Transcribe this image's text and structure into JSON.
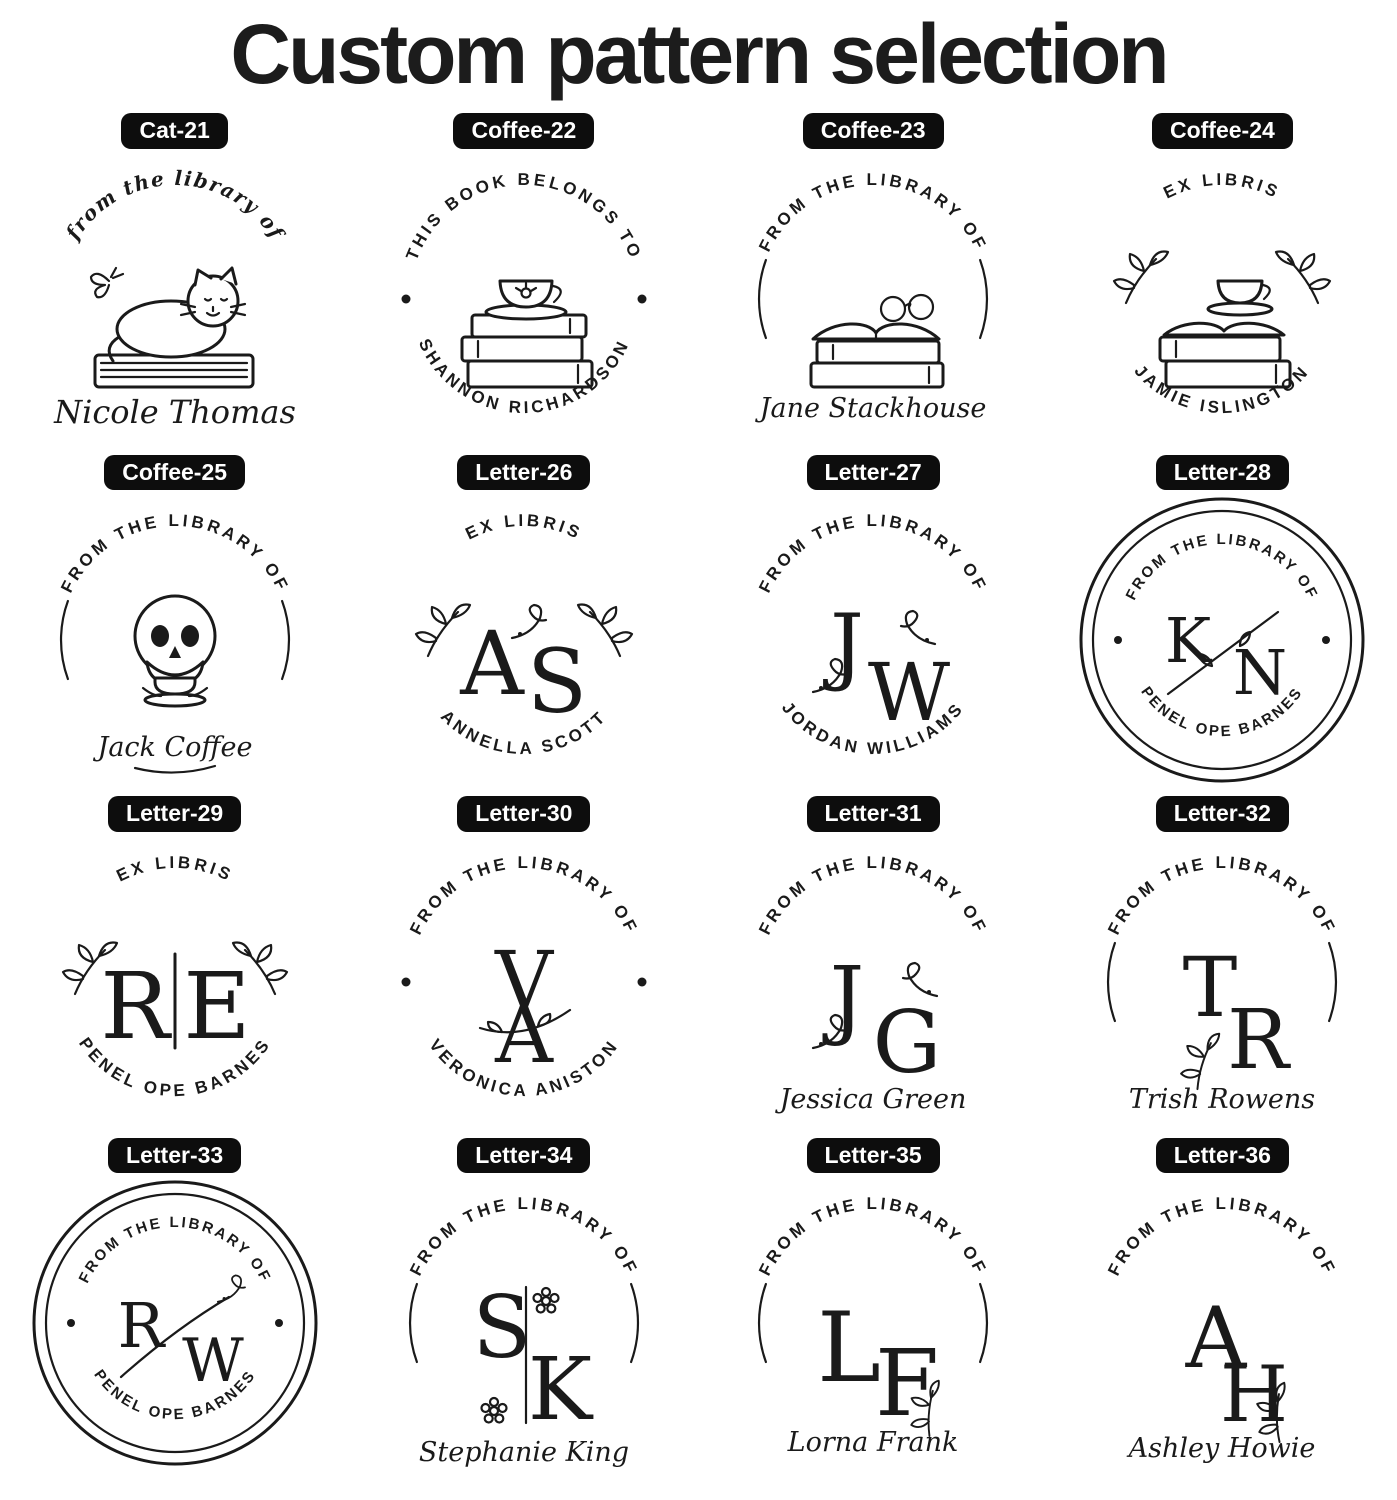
{
  "title": "Custom pattern selection",
  "colors": {
    "ink": "#1a1a1a",
    "badge_bg": "#0d0d0d",
    "badge_text": "#ffffff",
    "background": "#ffffff"
  },
  "stamps": [
    {
      "badge": "Cat-21",
      "arc_top": "from the library of",
      "name": "Nicole Thomas",
      "icon": "cat-on-book"
    },
    {
      "badge": "Coffee-22",
      "arc_top": "THIS BOOK BELONGS TO",
      "arc_bottom": "SHANNON RICHARDSON",
      "icon": "books-coffee-cup"
    },
    {
      "badge": "Coffee-23",
      "arc_top": "FROM THE LIBRARY OF",
      "name": "Jane Stackhouse",
      "icon": "open-book-glasses"
    },
    {
      "badge": "Coffee-24",
      "arc_top": "EX LIBRIS",
      "arc_bottom": "JAMIE ISLINGTON",
      "icon": "books-coffee-cup-floral"
    },
    {
      "badge": "Coffee-25",
      "arc_top": "FROM THE LIBRARY OF",
      "name": "Jack Coffee",
      "icon": "skull-coffee"
    },
    {
      "badge": "Letter-26",
      "arc_top": "EX LIBRIS",
      "arc_bottom": "ANNELLA SCOTT",
      "monogram": {
        "left": "A",
        "right": "S"
      }
    },
    {
      "badge": "Letter-27",
      "arc_top": "FROM THE LIBRARY OF",
      "arc_bottom": "JORDAN WILLIAMS",
      "monogram": {
        "left": "J",
        "right": "W"
      }
    },
    {
      "badge": "Letter-28",
      "arc_top": "FROM THE LIBRARY OF",
      "arc_bottom": "PENEL OPE BARNES",
      "monogram": {
        "left": "K",
        "right": "N"
      }
    },
    {
      "badge": "Letter-29",
      "arc_top": "EX LIBRIS",
      "arc_bottom": "PENEL OPE BARNES",
      "monogram": {
        "left": "R",
        "right": "E"
      }
    },
    {
      "badge": "Letter-30",
      "arc_top": "FROM THE LIBRARY OF",
      "arc_bottom": "VERONICA ANISTON",
      "monogram": {
        "left": "V",
        "right": "A"
      }
    },
    {
      "badge": "Letter-31",
      "arc_top": "FROM THE LIBRARY OF",
      "name": "Jessica Green",
      "monogram": {
        "left": "J",
        "right": "G"
      }
    },
    {
      "badge": "Letter-32",
      "arc_top": "FROM THE LIBRARY OF",
      "name": "Trish Rowens",
      "monogram": {
        "left": "T",
        "right": "R"
      }
    },
    {
      "badge": "Letter-33",
      "arc_top": "FROM THE LIBRARY OF",
      "arc_bottom": "PENEL OPE BARNES",
      "monogram": {
        "left": "R",
        "right": "W"
      }
    },
    {
      "badge": "Letter-34",
      "arc_top": "FROM THE LIBRARY OF",
      "name": "Stephanie King",
      "monogram": {
        "left": "S",
        "right": "K"
      }
    },
    {
      "badge": "Letter-35",
      "arc_top": "FROM THE LIBRARY OF",
      "name": "Lorna Frank",
      "monogram": {
        "left": "L",
        "right": "F"
      }
    },
    {
      "badge": "Letter-36",
      "arc_top": "FROM THE LIBRARY OF",
      "name": "Ashley Howie",
      "monogram": {
        "left": "A",
        "right": "H"
      }
    }
  ]
}
